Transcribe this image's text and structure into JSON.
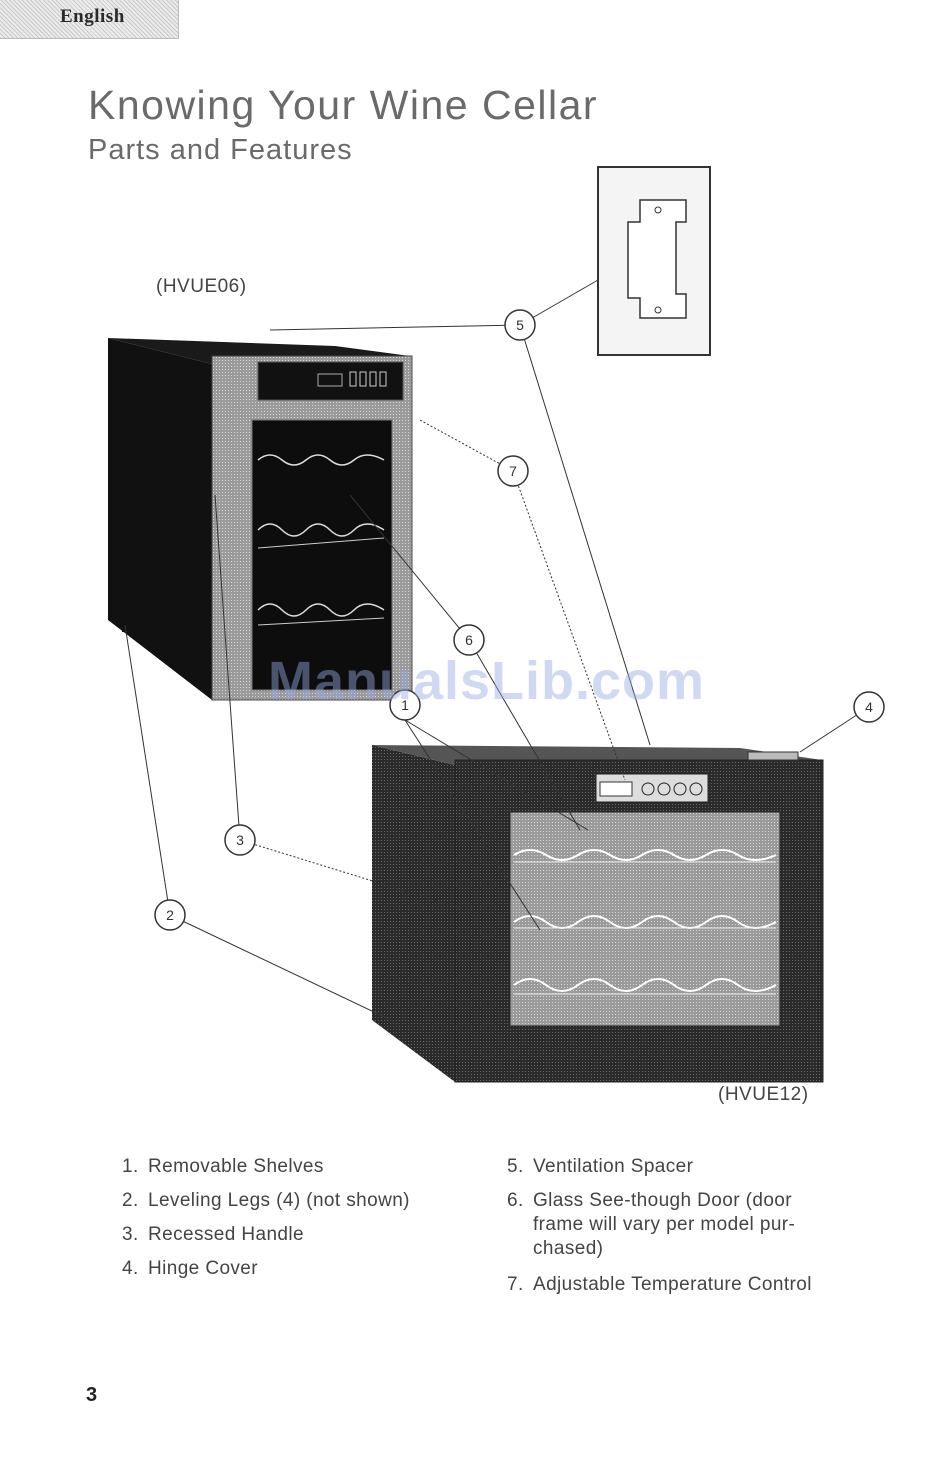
{
  "language_tab": "English",
  "title": "Knowing Your Wine Cellar",
  "subtitle": "Parts and Features",
  "models": {
    "small": "(HVUE06)",
    "large": "(HVUE12)"
  },
  "callouts": [
    "1",
    "2",
    "3",
    "4",
    "5",
    "6",
    "7"
  ],
  "parts_left": [
    {
      "num": "1.",
      "text": "Removable Shelves"
    },
    {
      "num": "2.",
      "text": "Leveling Legs (4) (not shown)"
    },
    {
      "num": "3.",
      "text": "Recessed Handle"
    },
    {
      "num": "4.",
      "text": "Hinge Cover"
    }
  ],
  "parts_right": [
    {
      "num": "5.",
      "text": "Ventilation Spacer"
    },
    {
      "num": "6.",
      "text": "Glass See-though Door (door",
      "cont1": "frame will vary per model pur-",
      "cont2": "chased)"
    },
    {
      "num": "7.",
      "text": "Adjustable Temperature Control"
    }
  ],
  "watermark": "ManualsLib.com",
  "page_number": "3"
}
